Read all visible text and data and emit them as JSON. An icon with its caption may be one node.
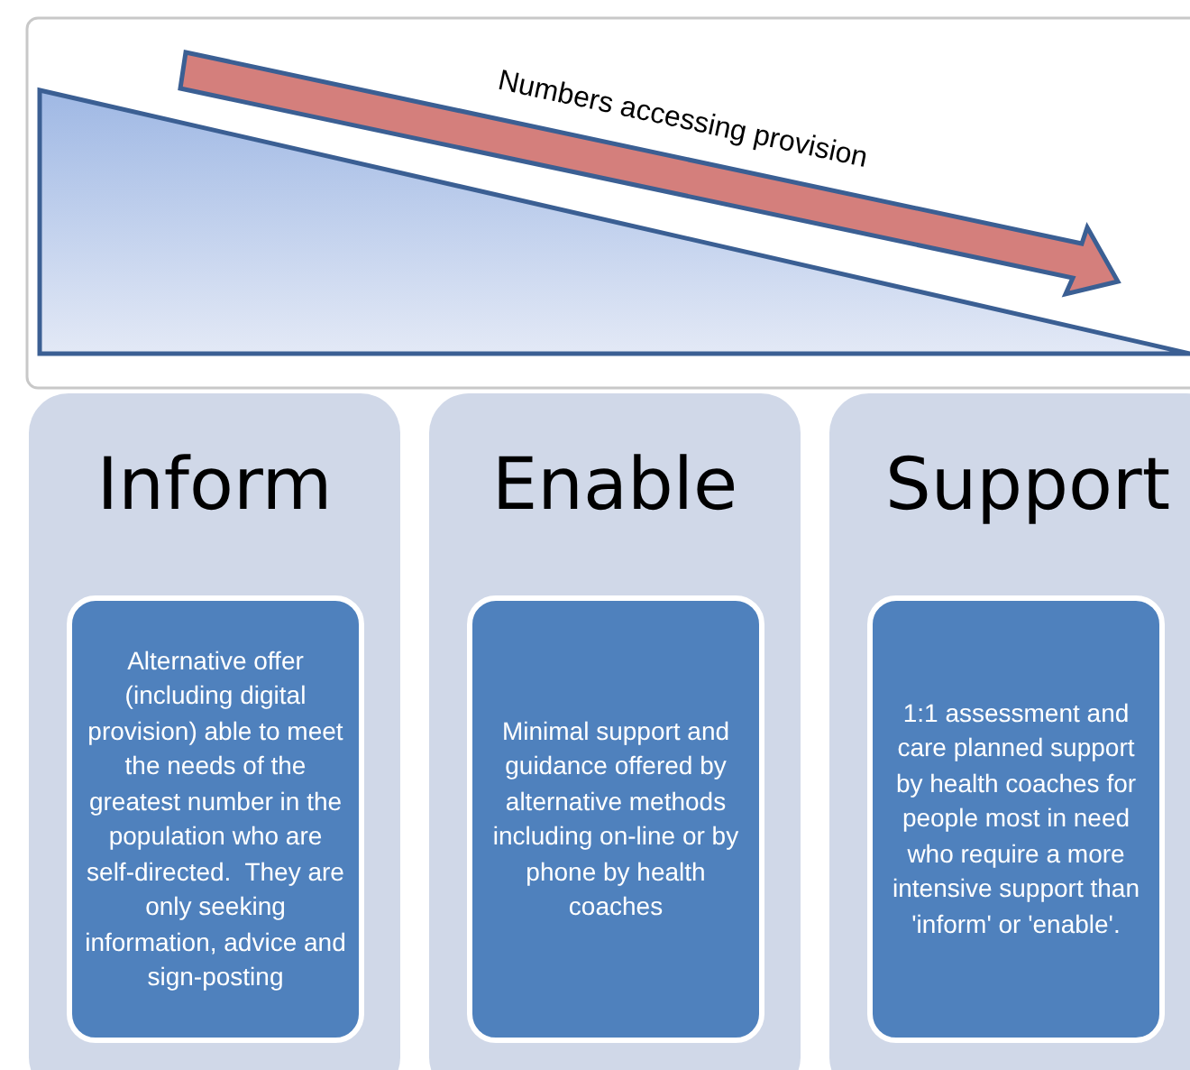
{
  "diagram": {
    "nodes": [
      {
        "text": [
          "Inform"
        ]
      },
      {
        "text": [
          "Alternative offer (including digital provision) able to meet the needs of the greatest number in the population who are self-directed.  They are only seeking information, advice and sign-posting"
        ],
        "in": 0
      },
      {
        "text": [
          "Enable"
        ]
      },
      {
        "text": [
          "Minimal support and guidance offered by alternative methods including on-line or by phone by health coaches"
        ],
        "in": 2
      },
      {
        "text": [
          "Support"
        ]
      },
      {
        "text": [
          "1:1 assessment and care planned support by health coaches for people most in need who require a more intensive support than 'inform' or 'enable'."
        ],
        "in": 4
      }
    ],
    "labels": [
      "Numbers accessing provision"
    ]
  }
}
